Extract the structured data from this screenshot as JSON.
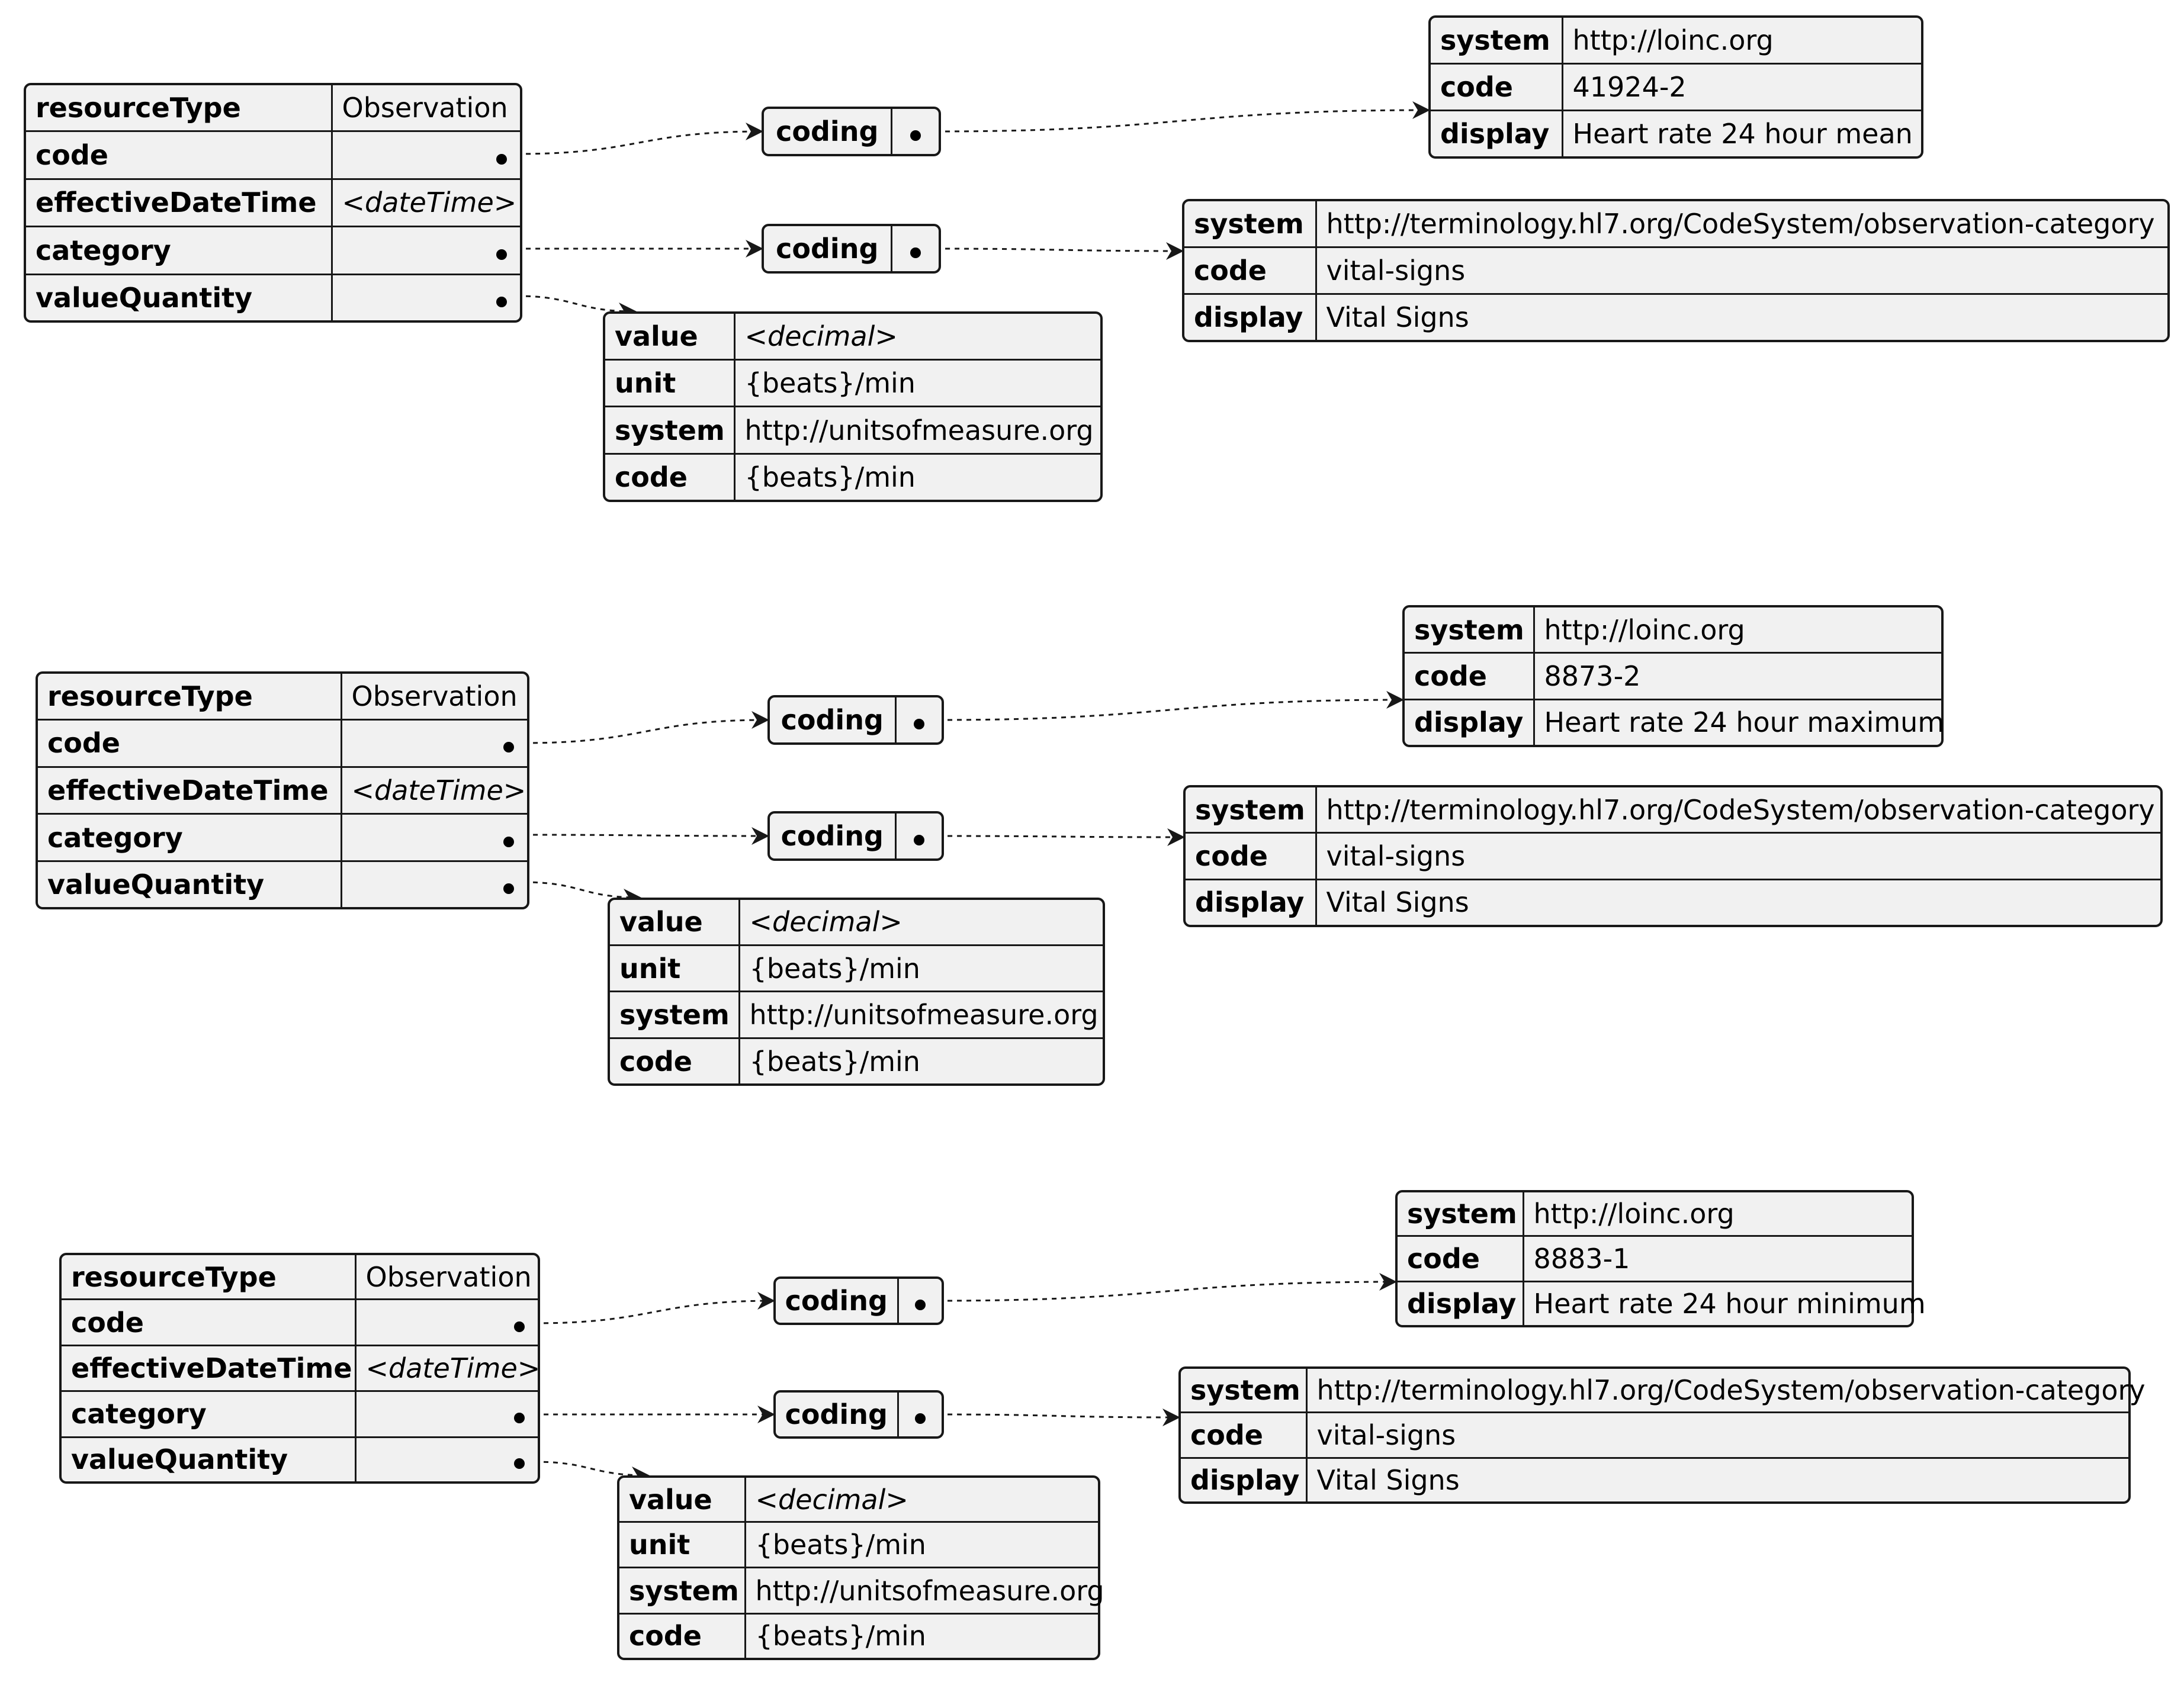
{
  "groups": [
    {
      "observation": {
        "rows": [
          {
            "key": "resourceType",
            "value": "Observation"
          },
          {
            "key": "code",
            "value": ""
          },
          {
            "key": "effectiveDateTime",
            "value": "<dateTime>"
          },
          {
            "key": "category",
            "value": ""
          },
          {
            "key": "valueQuantity",
            "value": ""
          }
        ]
      },
      "code_coding_label": "coding",
      "category_coding_label": "coding",
      "code_coding": {
        "rows": [
          {
            "key": "system",
            "value": "http://loinc.org"
          },
          {
            "key": "code",
            "value": "41924-2"
          },
          {
            "key": "display",
            "value": "Heart rate 24 hour mean"
          }
        ]
      },
      "category_coding": {
        "rows": [
          {
            "key": "system",
            "value": "http://terminology.hl7.org/CodeSystem/observation-category"
          },
          {
            "key": "code",
            "value": "vital-signs"
          },
          {
            "key": "display",
            "value": "Vital Signs"
          }
        ]
      },
      "value_quantity": {
        "rows": [
          {
            "key": "value",
            "value": "<decimal>"
          },
          {
            "key": "unit",
            "value": "{beats}/min"
          },
          {
            "key": "system",
            "value": "http://unitsofmeasure.org"
          },
          {
            "key": "code",
            "value": "{beats}/min"
          }
        ]
      }
    },
    {
      "observation": {
        "rows": [
          {
            "key": "resourceType",
            "value": "Observation"
          },
          {
            "key": "code",
            "value": ""
          },
          {
            "key": "effectiveDateTime",
            "value": "<dateTime>"
          },
          {
            "key": "category",
            "value": ""
          },
          {
            "key": "valueQuantity",
            "value": ""
          }
        ]
      },
      "code_coding_label": "coding",
      "category_coding_label": "coding",
      "code_coding": {
        "rows": [
          {
            "key": "system",
            "value": "http://loinc.org"
          },
          {
            "key": "code",
            "value": "8873-2"
          },
          {
            "key": "display",
            "value": "Heart rate 24 hour maximum"
          }
        ]
      },
      "category_coding": {
        "rows": [
          {
            "key": "system",
            "value": "http://terminology.hl7.org/CodeSystem/observation-category"
          },
          {
            "key": "code",
            "value": "vital-signs"
          },
          {
            "key": "display",
            "value": "Vital Signs"
          }
        ]
      },
      "value_quantity": {
        "rows": [
          {
            "key": "value",
            "value": "<decimal>"
          },
          {
            "key": "unit",
            "value": "{beats}/min"
          },
          {
            "key": "system",
            "value": "http://unitsofmeasure.org"
          },
          {
            "key": "code",
            "value": "{beats}/min"
          }
        ]
      }
    },
    {
      "observation": {
        "rows": [
          {
            "key": "resourceType",
            "value": "Observation"
          },
          {
            "key": "code",
            "value": ""
          },
          {
            "key": "effectiveDateTime",
            "value": "<dateTime>"
          },
          {
            "key": "category",
            "value": ""
          },
          {
            "key": "valueQuantity",
            "value": ""
          }
        ]
      },
      "code_coding_label": "coding",
      "category_coding_label": "coding",
      "code_coding": {
        "rows": [
          {
            "key": "system",
            "value": "http://loinc.org"
          },
          {
            "key": "code",
            "value": "8883-1"
          },
          {
            "key": "display",
            "value": "Heart rate 24 hour minimum"
          }
        ]
      },
      "category_coding": {
        "rows": [
          {
            "key": "system",
            "value": "http://terminology.hl7.org/CodeSystem/observation-category"
          },
          {
            "key": "code",
            "value": "vital-signs"
          },
          {
            "key": "display",
            "value": "Vital Signs"
          }
        ]
      },
      "value_quantity": {
        "rows": [
          {
            "key": "value",
            "value": "<decimal>"
          },
          {
            "key": "unit",
            "value": "{beats}/min"
          },
          {
            "key": "system",
            "value": "http://unitsofmeasure.org"
          },
          {
            "key": "code",
            "value": "{beats}/min"
          }
        ]
      }
    }
  ]
}
